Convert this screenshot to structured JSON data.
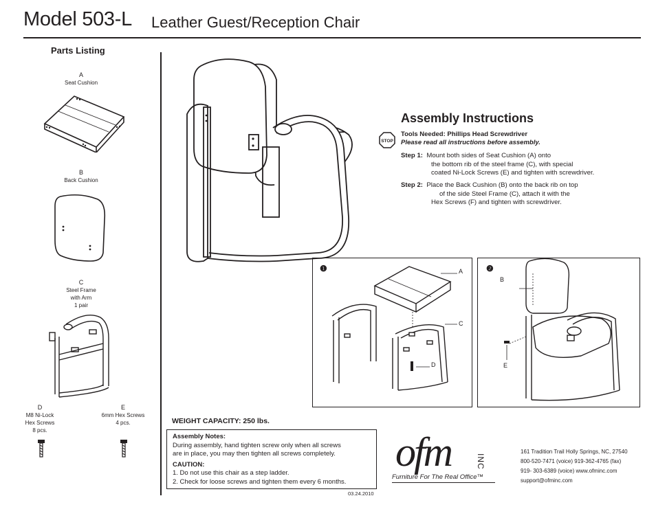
{
  "header": {
    "model": "Model 503-L",
    "subtitle": "Leather Guest/Reception Chair"
  },
  "parts": {
    "heading": "Parts Listing",
    "a": {
      "letter": "A",
      "name": "Seat Cushion"
    },
    "b": {
      "letter": "B",
      "name": "Back Cushion"
    },
    "c": {
      "letter": "C",
      "line1": "Steel Frame",
      "line2": "with Arm",
      "line3": "1 pair"
    },
    "d": {
      "letter": "D",
      "line1": "M8 Ni-Lock",
      "line2": "Hex Screws",
      "line3": "8 pcs."
    },
    "e": {
      "letter": "E",
      "line1": "6mm Hex Screws",
      "line2": "4 pcs."
    }
  },
  "assembly": {
    "title": "Assembly Instructions",
    "stop_label": "STOP",
    "tools": "Tools Needed: Phillips Head Screwdriver",
    "read": "Please read all instructions before assembly.",
    "step1_label": "Step 1:",
    "step1_l1": "Mount both sides of Seat Cushion (A) onto",
    "step1_l2": "the bottom rib of the steel frame (C), with special",
    "step1_l3": "coated Ni-Lock Screws (E) and tighten with screwdriver.",
    "step2_label": "Step 2:",
    "step2_l1": "Place the Back Cushion (B) onto the back rib on top",
    "step2_l2": "of the side Steel Frame (C), attach it with the",
    "step2_l3": "Hex Screws (F) and tighten with screwdriver."
  },
  "diagram1": {
    "num": "❶",
    "a": "A",
    "c": "C",
    "d": "D"
  },
  "diagram2": {
    "num": "❷",
    "b": "B",
    "e": "E"
  },
  "weight": "WEIGHT CAPACITY: 250 lbs.",
  "notes": {
    "heading": "Assembly Notes:",
    "l1": "During assembly, hand tighten screw only when all screws",
    "l2": "are in place, you may then tighten all screws completely.",
    "caution": "CAUTION:",
    "c1": "1. Do not use this chair as a step ladder.",
    "c2": "2. Check for loose screws and tighten them every 6 months."
  },
  "date": "03.24.2010",
  "company": {
    "logo": "ofm",
    "inc": "INC",
    "tagline": "Furniture For The Real Office™",
    "address": "161 Tradition Trail  Holly Springs, NC, 27540",
    "phone1": "800-520-7471 (voice)     919-362-4765 (fax)",
    "phone2": "919- 303-6389 (voice)     www.ofminc.com",
    "email": "support@ofminc.com"
  }
}
